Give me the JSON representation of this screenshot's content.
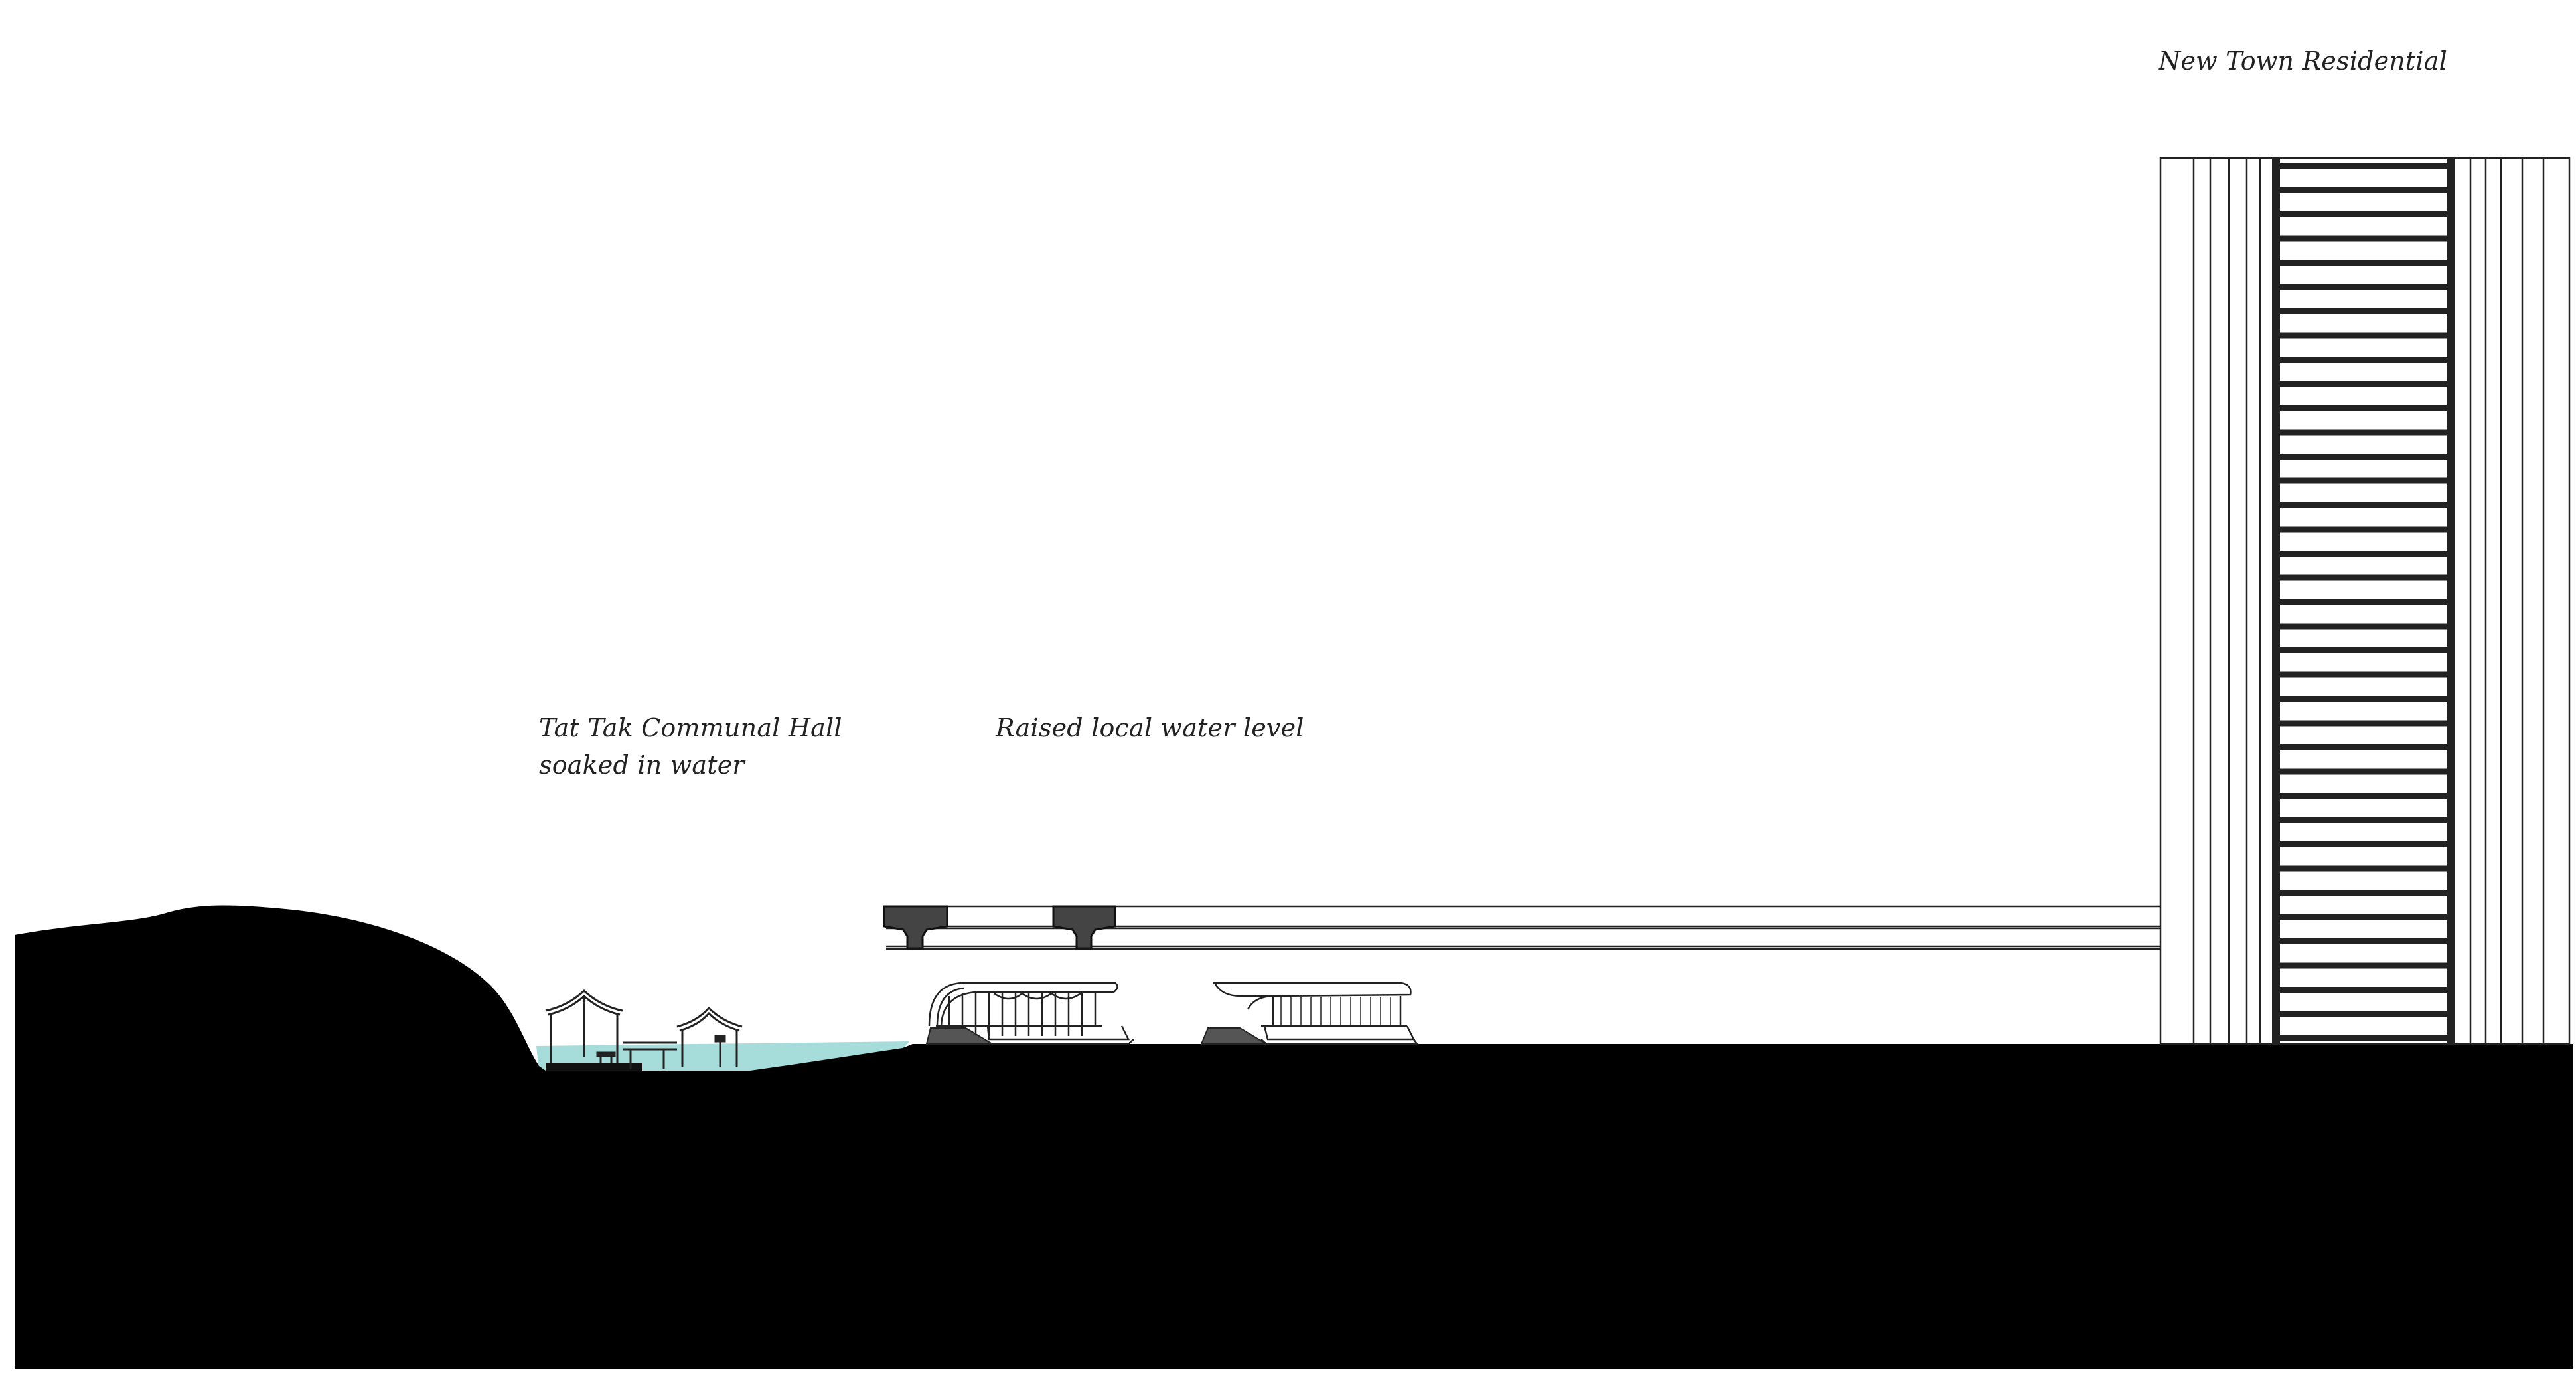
{
  "labels": {
    "tower": "New Town Residential",
    "hall_line1": "Tat Tak Communal Hall",
    "hall_line2": "soaked in water",
    "water": "Raised local water level"
  },
  "colors": {
    "ground": "#000000",
    "water": "#a6dcd9",
    "line": "#222222",
    "background": "#ffffff",
    "pier": "#444444"
  }
}
